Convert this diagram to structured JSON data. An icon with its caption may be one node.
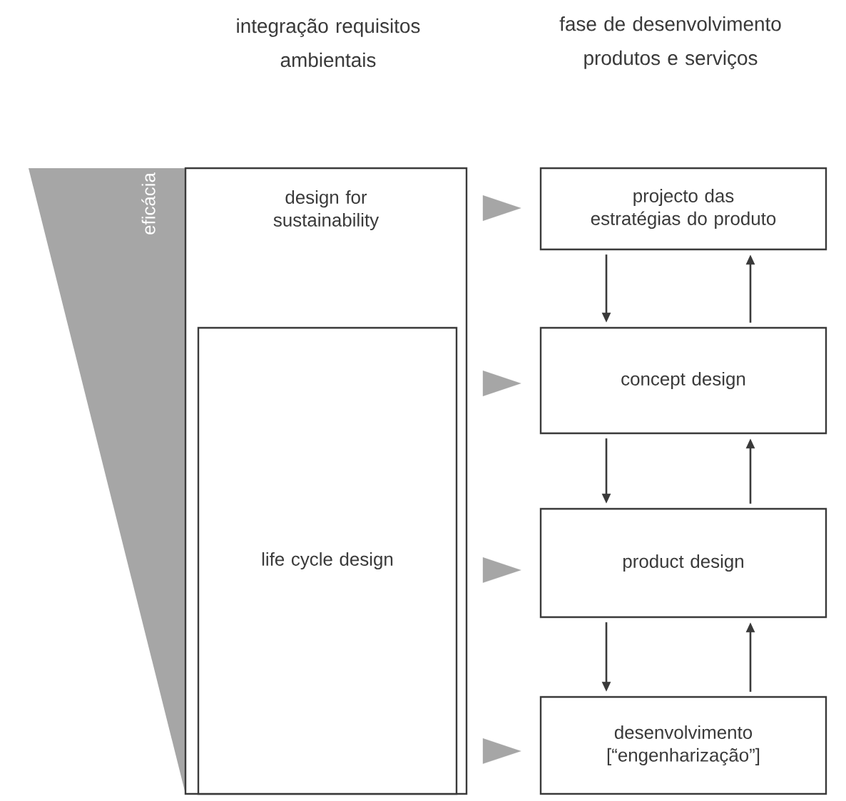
{
  "diagram": {
    "nodes": [
      {
        "text": [
          "eficácia"
        ]
      },
      {
        "text": [
          "design for sustainability"
        ]
      },
      {
        "text": [
          "life cycle design"
        ],
        "in": 1
      },
      {
        "text": [
          "projecto das estratégias do produto"
        ]
      },
      {
        "text": [
          "concept design"
        ]
      },
      {
        "text": [
          "product design"
        ]
      },
      {
        "text": [
          "desenvolvimento [“engenharização”]"
        ]
      }
    ],
    "edges": [
      {
        "from": 1,
        "to": 3,
        "arrow": "to",
        "color": "#a6a6a6"
      },
      {
        "from": 1,
        "to": 4,
        "arrow": "to",
        "color": "#a6a6a6"
      },
      {
        "from": 1,
        "to": 5,
        "arrow": "to",
        "color": "#a6a6a6"
      },
      {
        "from": 1,
        "to": 6,
        "arrow": "to",
        "color": "#a6a6a6"
      },
      {
        "from": 3,
        "to": 4,
        "arrow": "to"
      },
      {
        "from": 4,
        "to": 3,
        "arrow": "to"
      },
      {
        "from": 4,
        "to": 5,
        "arrow": "to"
      },
      {
        "from": 5,
        "to": 4,
        "arrow": "to"
      },
      {
        "from": 5,
        "to": 6,
        "arrow": "to"
      },
      {
        "from": 6,
        "to": 5,
        "arrow": "to"
      }
    ],
    "labels": [
      "integração requisitos ambientais",
      "fase de desenvolvimento produtos e serviços"
    ]
  }
}
